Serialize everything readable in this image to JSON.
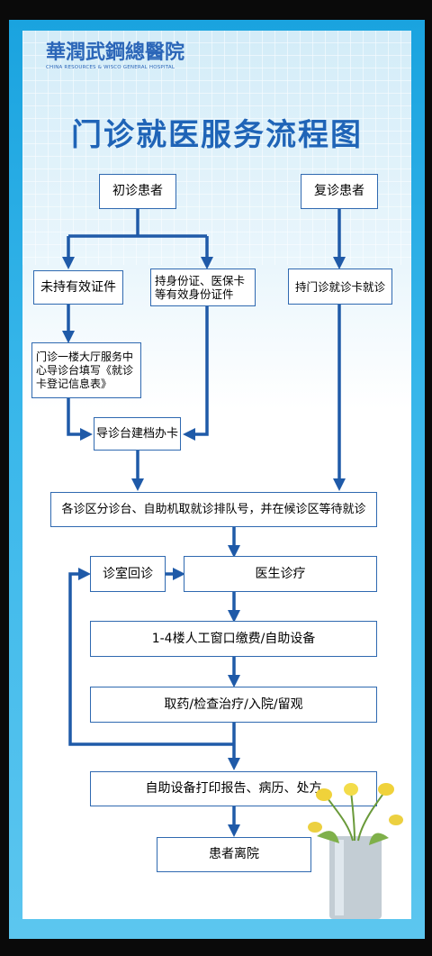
{
  "logo": {
    "cn": "華潤武鋼總醫院",
    "en": "CHINA RESOURCES & WISCO GENERAL HOSPITAL"
  },
  "title": "门诊就医服务流程图",
  "nodes": {
    "first_visit": "初诊患者",
    "return_visit": "复诊患者",
    "no_id": "未持有效证件",
    "with_id": "持身份证、医保卡等有效身份证件",
    "with_card": "持门诊就诊卡就诊",
    "fill_form": "门诊一楼大厅服务中心导诊台填写《就诊卡登记信息表》",
    "register_card": "导诊台建档办卡",
    "queue": "各诊区分诊台、自助机取就诊排队号，并在候诊区等待就诊",
    "return_room": "诊室回诊",
    "doctor": "医生诊疗",
    "payment": "1-4楼人工窗口缴费/自助设备",
    "medicine": "取药/检查治疗/入院/留观",
    "print": "自助设备打印报告、病历、处方",
    "leave": "患者离院"
  },
  "colors": {
    "frame": "#1aa3df",
    "arrow": "#1f5aa8",
    "title": "#1f64b7"
  }
}
